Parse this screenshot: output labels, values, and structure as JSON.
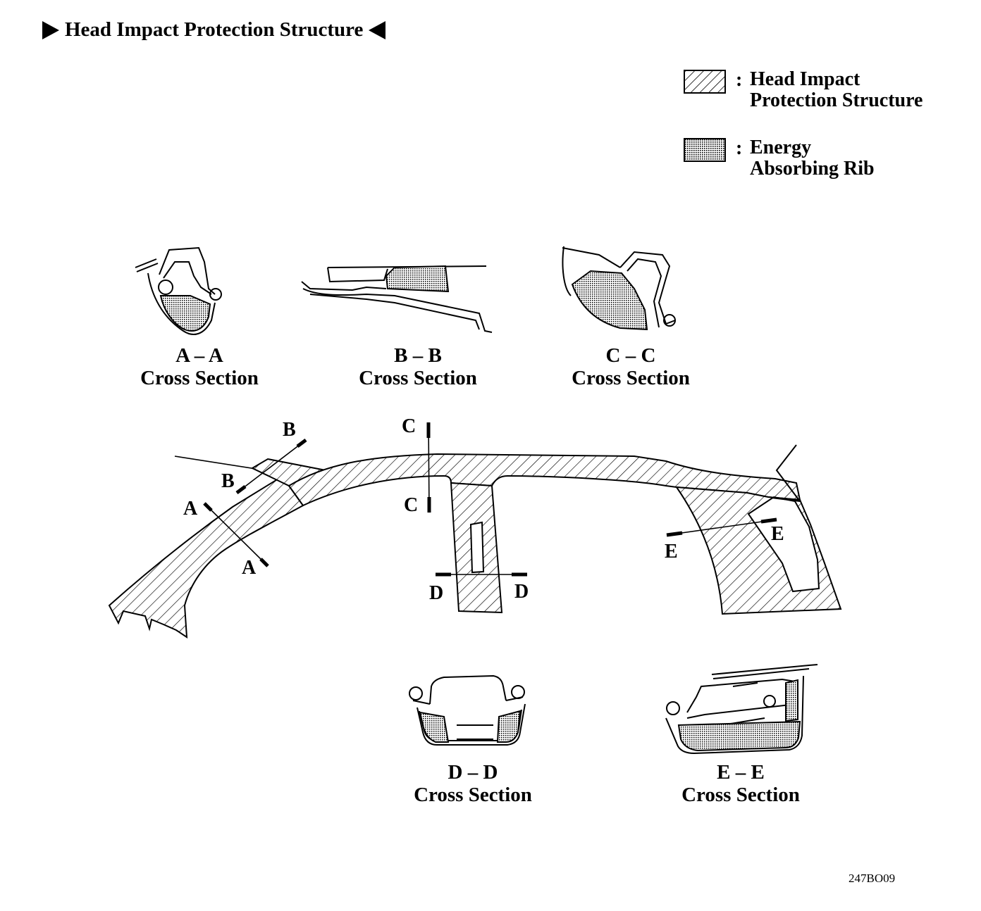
{
  "title": "Head Impact Protection Structure",
  "legend": {
    "hatch_label_line1": "Head Impact",
    "hatch_label_line2": "Protection Structure",
    "dots_label_line1": "Energy",
    "dots_label_line2": "Absorbing Rib",
    "separator": ":"
  },
  "sections": {
    "aa": {
      "name": "A – A",
      "sub": "Cross Section"
    },
    "bb": {
      "name": "B – B",
      "sub": "Cross Section"
    },
    "cc": {
      "name": "C – C",
      "sub": "Cross Section"
    },
    "dd": {
      "name": "D – D",
      "sub": "Cross Section"
    },
    "ee": {
      "name": "E – E",
      "sub": "Cross Section"
    }
  },
  "cut_labels": {
    "a": "A",
    "b": "B",
    "c": "C",
    "d": "D",
    "e": "E"
  },
  "figure_code": "247BO09",
  "colors": {
    "line": "#000000",
    "fill_dots": "#8a8a8a",
    "background": "#ffffff"
  }
}
